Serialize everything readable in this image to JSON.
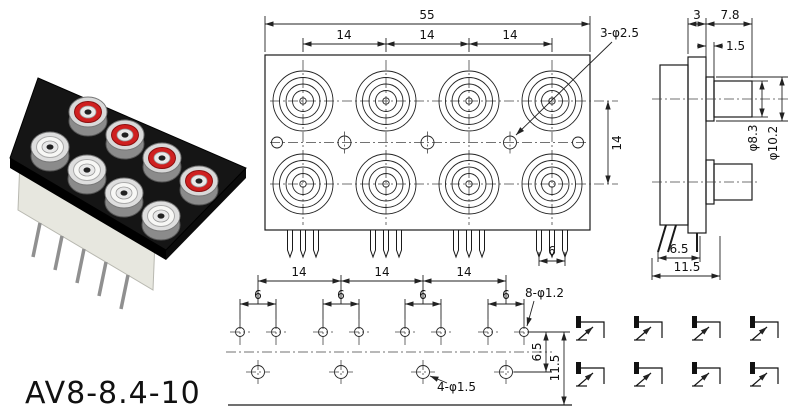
{
  "part_number": "AV8-8.4-10",
  "views": {
    "front": {
      "dims": {
        "overall_width": "55",
        "pitch1": "14",
        "pitch2": "14",
        "pitch3": "14",
        "mount_holes": "3-φ2.5",
        "row_pitch": "14",
        "pin_group_width": "6"
      }
    },
    "side": {
      "dims": {
        "panel_thickness": "3",
        "protrusion": "7.8",
        "flange_thickness": "1.5",
        "barrel_dia": "φ8.3",
        "flange_dia": "φ10.2",
        "pin_offset": "6.5",
        "depth": "11.5"
      }
    },
    "bottom": {
      "dims": {
        "pitch1": "14",
        "pitch2": "14",
        "pitch3": "14",
        "pair1": "6",
        "pair2": "6",
        "pair3": "6",
        "pair4": "6",
        "pin_holes": "8-φ1.2",
        "mount_holes": "4-φ1.5",
        "row_offset": "6.5",
        "total_depth": "11.5"
      }
    }
  },
  "colors": {
    "jack_red": "#cf1f1f",
    "jack_white": "#f7f7f5",
    "plate_black": "#151515",
    "base_plastic": "#e7e7df"
  }
}
